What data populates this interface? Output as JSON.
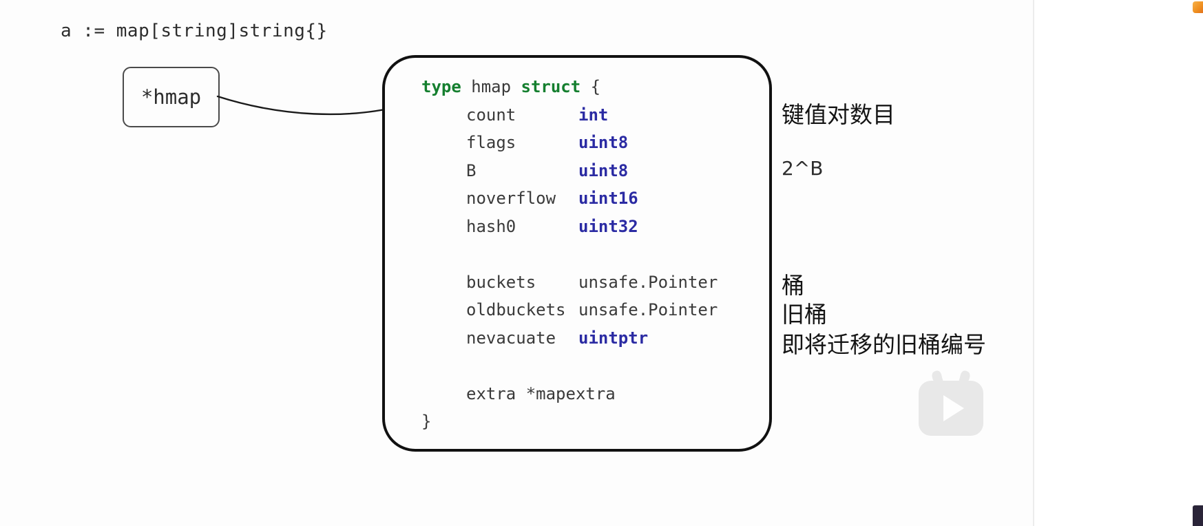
{
  "diagram": {
    "declaration": "a := map[string]string{}",
    "pointer_box_label": "*hmap",
    "struct": {
      "keyword_type": "type",
      "name": " hmap ",
      "keyword_struct": "struct",
      "open_brace": " {",
      "close_brace": "}",
      "fields": [
        {
          "name": "count",
          "type": "int"
        },
        {
          "name": "flags",
          "type": "uint8"
        },
        {
          "name": "B",
          "type": "uint8"
        },
        {
          "name": "noverflow",
          "type": "uint16"
        },
        {
          "name": "hash0",
          "type": "uint32"
        },
        {
          "name": "buckets",
          "type": "unsafe.Pointer"
        },
        {
          "name": "oldbuckets",
          "type": "unsafe.Pointer"
        },
        {
          "name": "nevacuate",
          "type": "uintptr"
        },
        {
          "name": "extra *mapextra",
          "type": ""
        }
      ]
    },
    "annotations": [
      {
        "text": "键值对数目"
      },
      {
        "text": "2^B"
      },
      {
        "text": "桶"
      },
      {
        "text": "旧桶"
      },
      {
        "text": "即将迁移的旧桶编号"
      }
    ],
    "colors": {
      "keyword_green": "#157f2f",
      "type_navy": "#2b2ba3",
      "code_text": "#3a3a3a",
      "box_border": "#111111"
    }
  }
}
